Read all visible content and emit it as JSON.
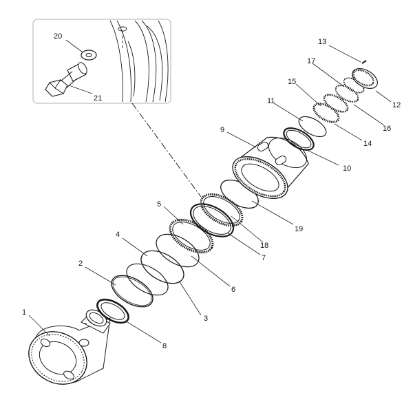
{
  "diagram": {
    "callouts": [
      {
        "id": "c1",
        "text": "1"
      },
      {
        "id": "c2",
        "text": "2"
      },
      {
        "id": "c3",
        "text": "3"
      },
      {
        "id": "c4",
        "text": "4"
      },
      {
        "id": "c5",
        "text": "5"
      },
      {
        "id": "c6",
        "text": "6"
      },
      {
        "id": "c7",
        "text": "7"
      },
      {
        "id": "c8",
        "text": "8"
      },
      {
        "id": "c9",
        "text": "9"
      },
      {
        "id": "c10",
        "text": "10"
      },
      {
        "id": "c11",
        "text": "11"
      },
      {
        "id": "c12",
        "text": "12"
      },
      {
        "id": "c13",
        "text": "13"
      },
      {
        "id": "c14",
        "text": "14"
      },
      {
        "id": "c15",
        "text": "15"
      },
      {
        "id": "c16",
        "text": "16"
      },
      {
        "id": "c17",
        "text": "17"
      },
      {
        "id": "c18",
        "text": "18"
      },
      {
        "id": "c19",
        "text": "19"
      },
      {
        "id": "c20",
        "text": "20"
      },
      {
        "id": "c21",
        "text": "21"
      }
    ]
  },
  "colors": {
    "line": "#1a1a1a",
    "background": "#ffffff",
    "inset_border": "#b0b0b0"
  }
}
